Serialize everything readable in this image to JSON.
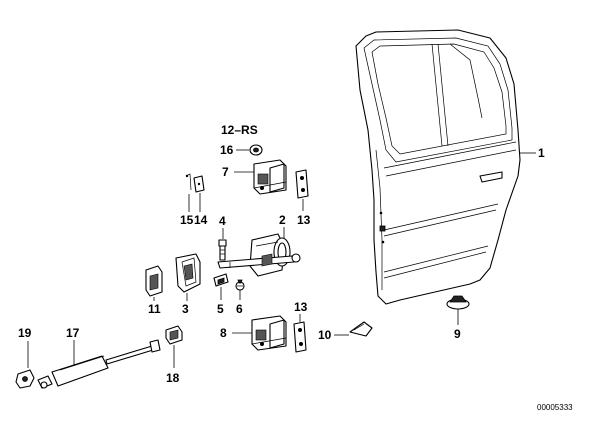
{
  "parts": {
    "door": "1",
    "check_strap": "2",
    "cover": "3",
    "bolt": "4",
    "clip_5": "5",
    "screw_6": "6",
    "upper_hinge": "7",
    "lower_hinge": "8",
    "plug": "9",
    "pad": "10",
    "cap_11": "11",
    "reference_12": "12–RS",
    "shim_upper": "13",
    "shim_lower": "13",
    "clip_14": "14",
    "pin_15": "15",
    "nut_16": "16",
    "gas_spring": "17",
    "bracket_18": "18",
    "ball_socket_19": "19"
  },
  "drawing_number": "00005333"
}
